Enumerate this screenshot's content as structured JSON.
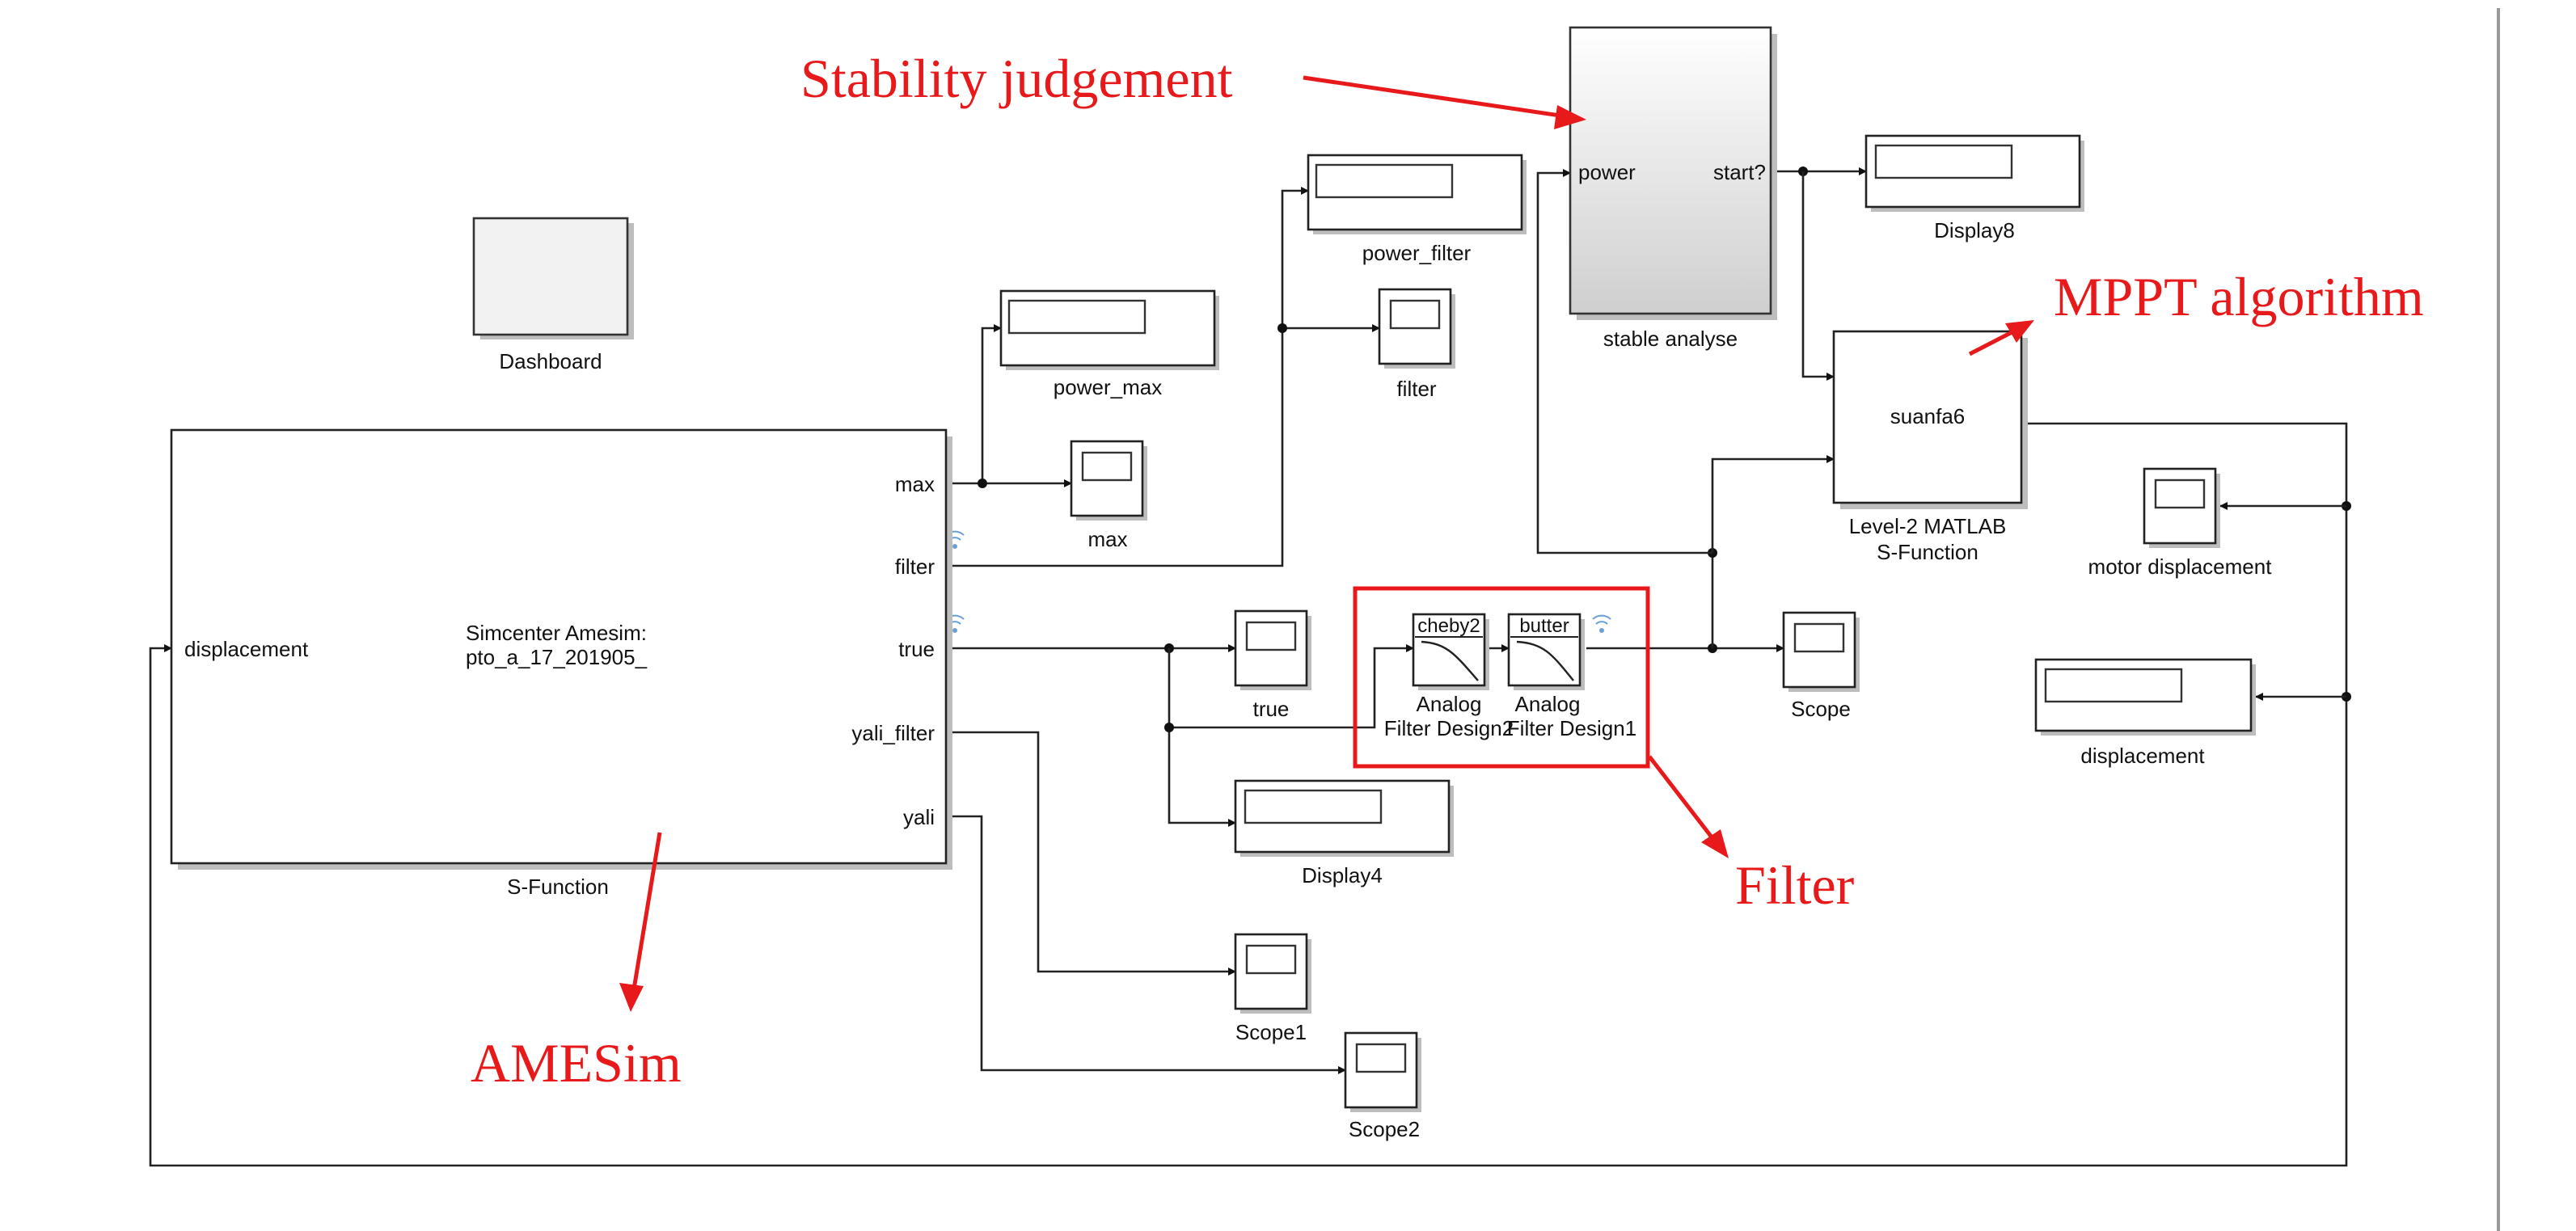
{
  "annotations": {
    "stability": "Stability judgement",
    "mppt": "MPPT algorithm",
    "filter": "Filter",
    "amesim": "AMESim"
  },
  "blocks": {
    "dashboard": "Dashboard",
    "sfunction_title_line1": "Simcenter Amesim:",
    "sfunction_title_line2": "pto_a_17_201905_",
    "sfunction_label": "S-Function",
    "sfunction_in": "displacement",
    "sfunction_out_max": "max",
    "sfunction_out_filter": "filter",
    "sfunction_out_true": "true",
    "sfunction_out_yali_filter": "yali_filter",
    "sfunction_out_yali": "yali",
    "power_max": "power_max",
    "max": "max",
    "power_filter": "power_filter",
    "filter": "filter",
    "stable_label": "stable analyse",
    "stable_in": "power",
    "stable_out": "start?",
    "display8": "Display8",
    "suanfa_inner": "suanfa6",
    "suanfa_label1": "Level-2 MATLAB",
    "suanfa_label2": "S-Function",
    "motor_disp": "motor displacement",
    "displacement": "displacement",
    "true_scope": "true",
    "display4": "Display4",
    "cheby_icon": "cheby2",
    "butter_icon": "butter",
    "filter1_line1": "Analog",
    "filter1_line2": "Filter Design2",
    "filter2_line1": "Analog",
    "filter2_line2": "Filter Design1",
    "scope": "Scope",
    "scope1": "Scope1",
    "scope2": "Scope2"
  }
}
